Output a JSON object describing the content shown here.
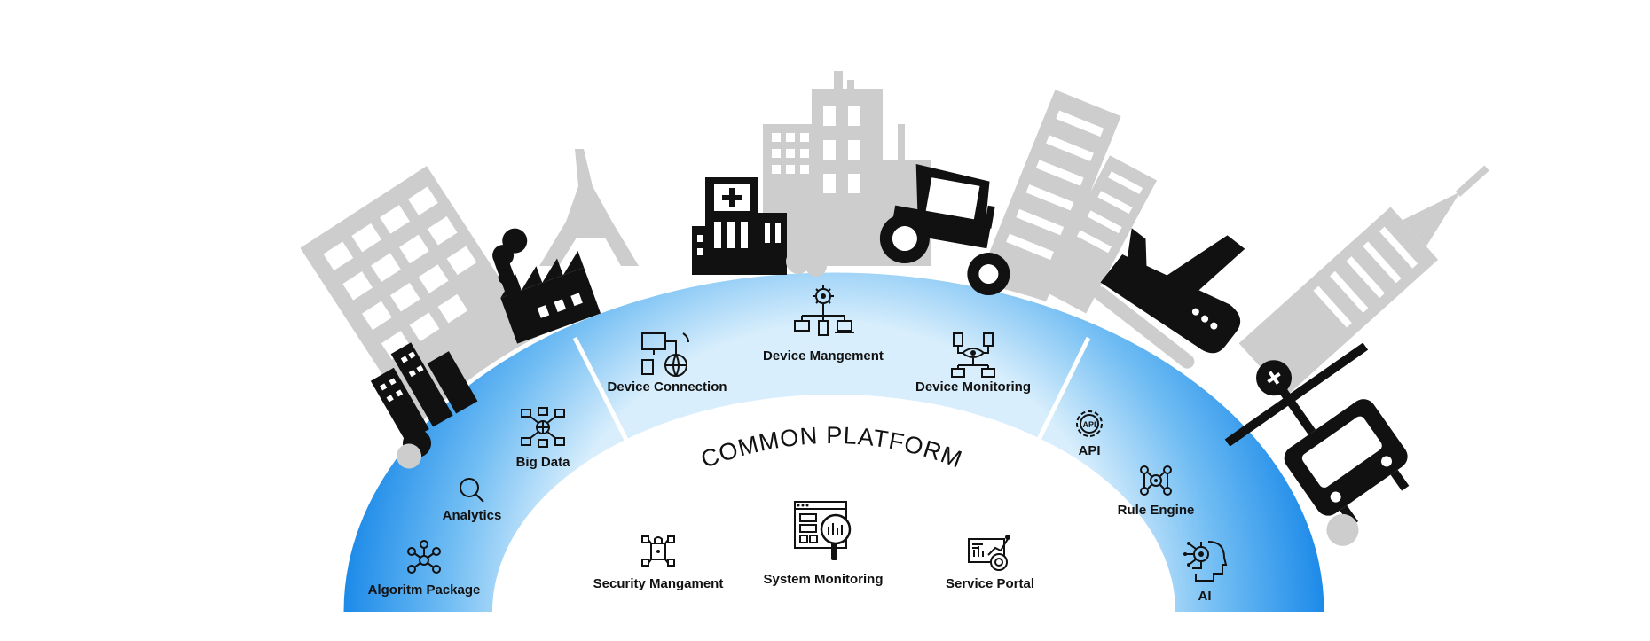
{
  "diagram": {
    "title": "COMMON PLATFORM",
    "colors": {
      "arc_dark": "#1787e8",
      "arc_light": "#cde9fb",
      "icon": "#111111",
      "city_gray": "#cdcdcd"
    },
    "labels": {
      "algorithm_package": "Algoritm Package",
      "analytics": "Analytics",
      "big_data": "Big Data",
      "device_connection": "Device Connection",
      "device_management": "Device Mangement",
      "device_monitoring": "Device Monitoring",
      "api": "API",
      "rule_engine": "Rule Engine",
      "ai": "AI",
      "security_management": "Security Mangament",
      "system_monitoring": "System Monitoring",
      "service_portal": "Service Portal"
    },
    "icons": [
      "network-icon",
      "magnifier-icon",
      "big-data-icon",
      "device-connection-icon",
      "device-management-icon",
      "device-monitoring-icon",
      "api-gear-icon",
      "rule-engine-icon",
      "ai-head-icon",
      "security-icon",
      "system-monitoring-icon",
      "service-portal-icon"
    ],
    "scene_icons": [
      "office-buildings-icon",
      "factory-icon",
      "hospital-icon",
      "tractor-icon",
      "airplane-icon",
      "train-icon",
      "eiffel-tower-icon",
      "skyscraper-icon",
      "city-skyline-icon"
    ]
  }
}
